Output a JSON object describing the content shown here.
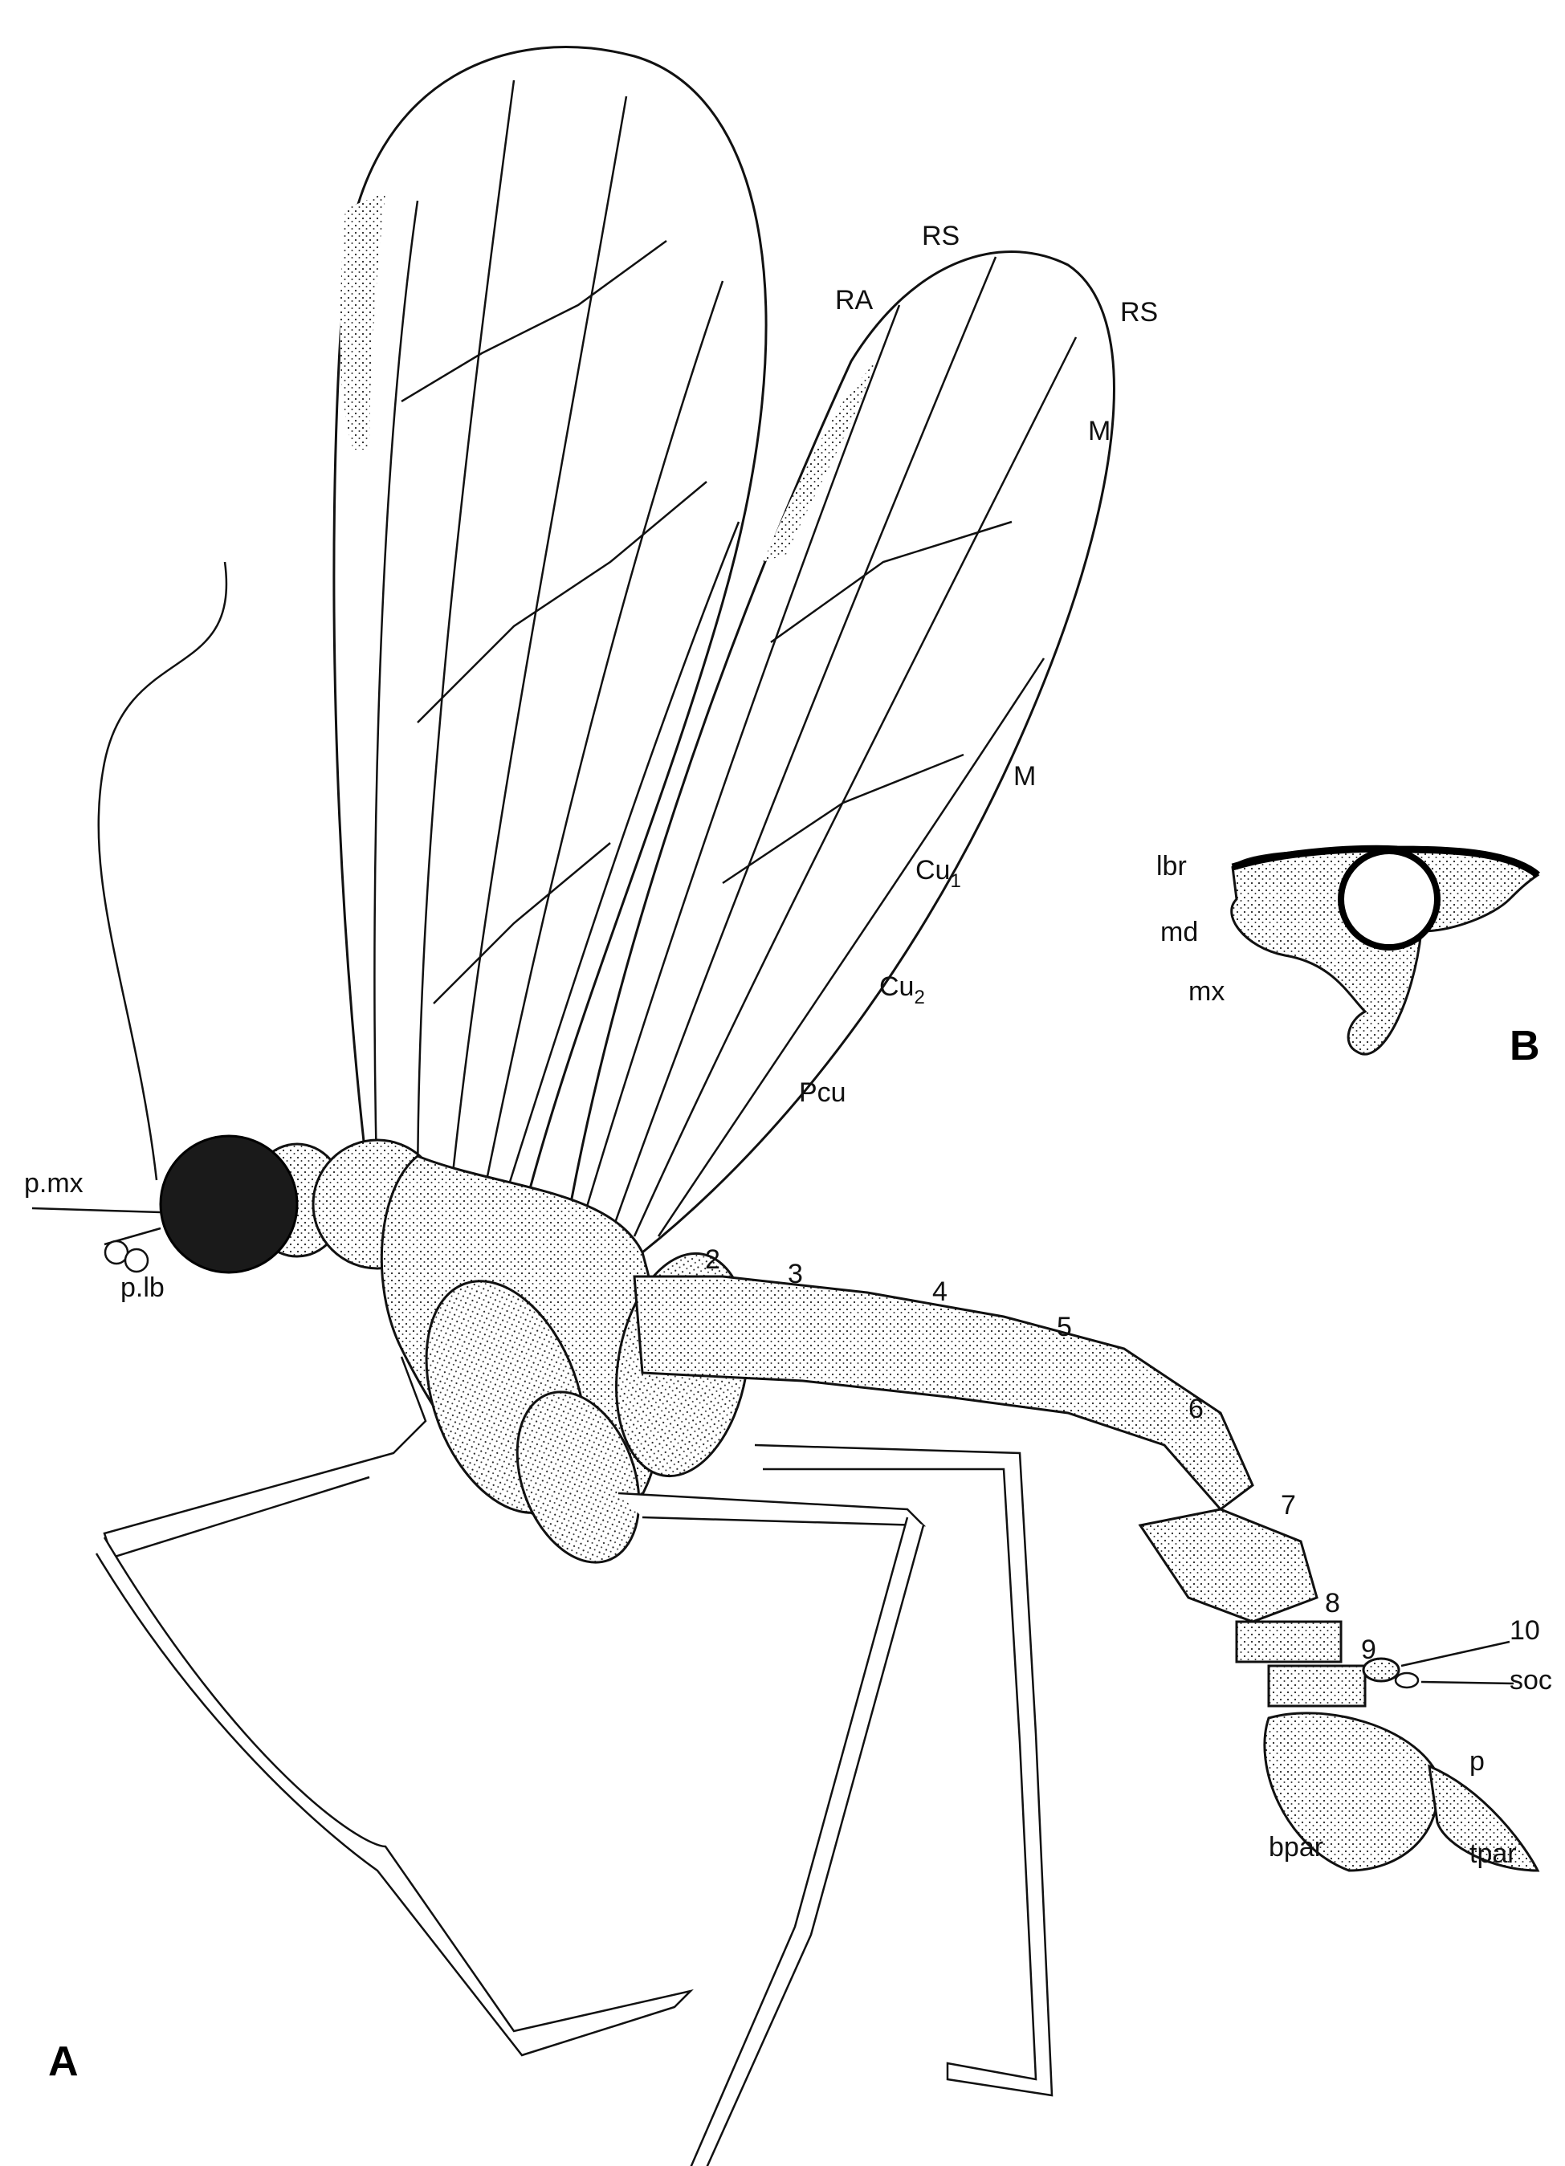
{
  "panel_a": {
    "panel_label": "A",
    "wing_labels": {
      "rs_top": "RS",
      "ra": "RA",
      "rs_right": "RS",
      "m_upper": "M",
      "m_lower": "M",
      "cu1": "Cu",
      "cu1_sub": "1",
      "cu2": "Cu",
      "cu2_sub": "2",
      "pcu": "Pcu"
    },
    "head_labels": {
      "pmx": "p.mx",
      "plb": "p.lb"
    },
    "segments": [
      "2",
      "3",
      "4",
      "5",
      "6",
      "7",
      "8",
      "9",
      "10"
    ],
    "terminal_labels": {
      "soc": "soc",
      "p": "p",
      "bpar": "bpar",
      "tpar": "tpar"
    }
  },
  "panel_b": {
    "panel_label": "B",
    "labels": {
      "lbr": "lbr",
      "md": "md",
      "mx": "mx"
    }
  }
}
